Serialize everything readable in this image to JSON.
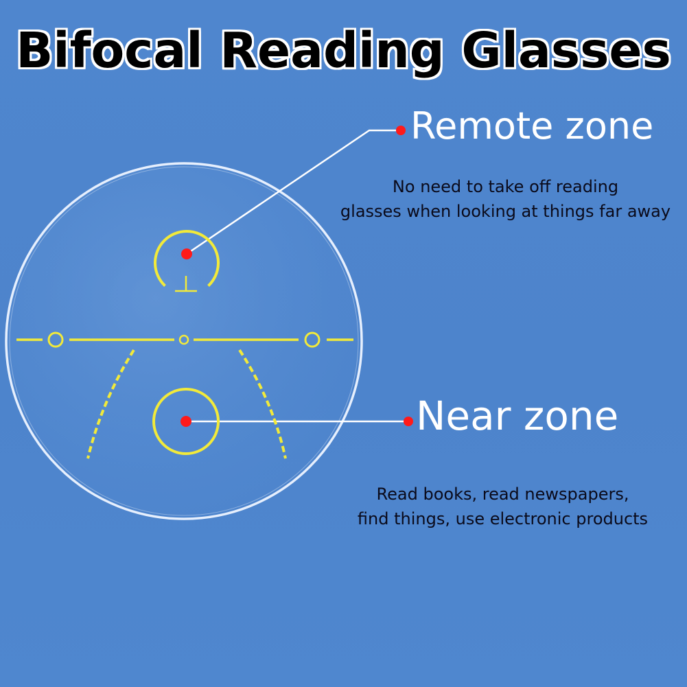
{
  "title": "Bifocal Reading Glasses",
  "remote_zone": {
    "label": "Remote zone",
    "description_line1": "No need to take off reading",
    "description_line2": "glasses when looking at things far away"
  },
  "near_zone": {
    "label": "Near zone",
    "description_line1": "Read books, read newspapers,",
    "description_line2": "find things, use electronic products"
  },
  "colors": {
    "background": "#4f86cd",
    "lens_rim": "#eef4ff",
    "marking_yellow": "#f2ea3a",
    "dot_red": "#ff1a1a",
    "leader_line": "#ffffff",
    "label_text": "#ffffff",
    "description_text": "#0a0a1a"
  }
}
